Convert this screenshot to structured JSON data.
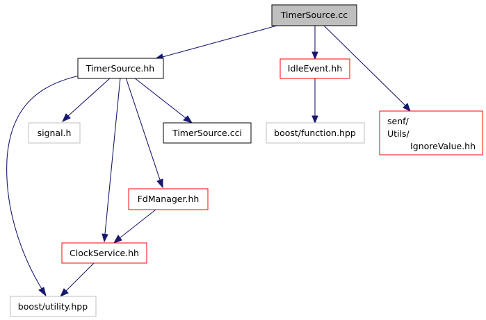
{
  "colors": {
    "edge": "#191970",
    "root_fill": "#bfbfbf",
    "border_black": "#000000",
    "border_red": "#ff0000",
    "border_gray": "#bfbfbf"
  },
  "nodes": {
    "timer_source_cc": {
      "label": "TimerSource.cc"
    },
    "timer_source_hh": {
      "label": "TimerSource.hh"
    },
    "idle_event_hh": {
      "label": "IdleEvent.hh"
    },
    "signal_h": {
      "label": "signal.h"
    },
    "timer_source_cci": {
      "label": "TimerSource.cci"
    },
    "boost_function_hpp": {
      "label": "boost/function.hpp"
    },
    "ignore_value_hh": {
      "lines": [
        "senf/",
        "Utils/",
        "IgnoreValue.hh"
      ]
    },
    "fd_manager_hh": {
      "label": "FdManager.hh"
    },
    "clock_service_hh": {
      "label": "ClockService.hh"
    },
    "boost_utility_hpp": {
      "label": "boost/utility.hpp"
    }
  }
}
